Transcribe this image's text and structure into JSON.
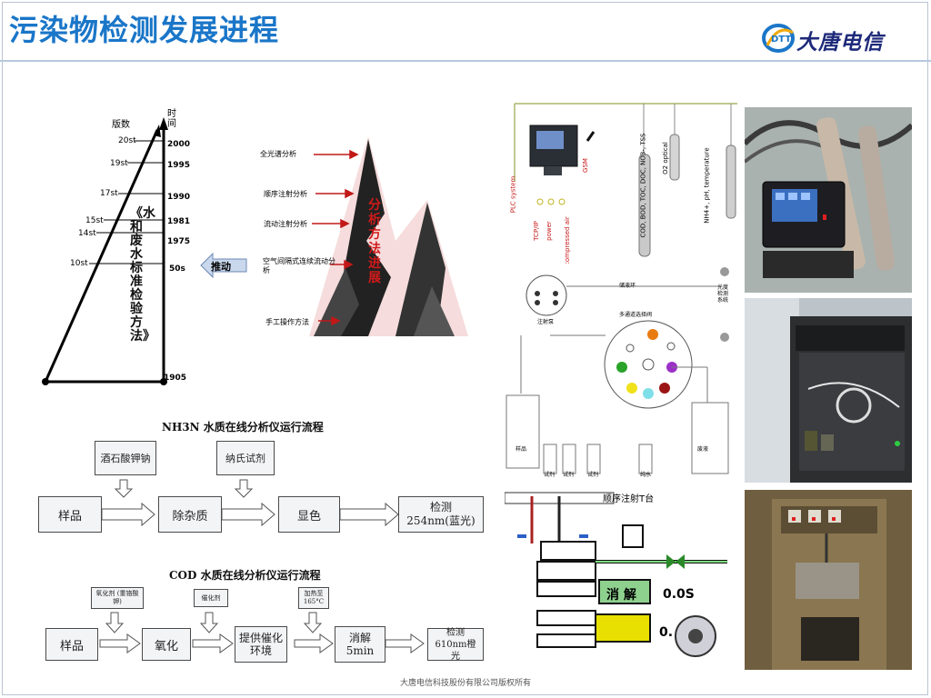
{
  "slide": {
    "title": "污染物检测发展进程",
    "logo_text": "大唐电信",
    "logo_mark": "DTT",
    "footer": "大唐电信科技股份有限公司版权所有"
  },
  "timeline": {
    "label_version": "版数",
    "label_time": "时间",
    "editions": [
      "20st",
      "19st",
      "17st",
      "15st",
      "14st",
      "10st"
    ],
    "years": [
      "2000",
      "1995",
      "1990",
      "1981",
      "1975",
      "50s",
      "1905"
    ],
    "vertical_title": "《水和废水标准检验方法》",
    "push_label": "推动"
  },
  "mountain": {
    "levels": [
      "全光谱分析",
      "顺序注射分析",
      "流动注射分析",
      "空气间隔式连续流动分析",
      "手工操作方法"
    ],
    "vertical_text": "分析方法进展"
  },
  "nh3n_flow": {
    "title": "NH3N 水质在线分析仪运行流程",
    "reagents": [
      "酒石酸钾钠",
      "纳氏试剂"
    ],
    "steps": [
      "样品",
      "除杂质",
      "显色",
      "检测 254nm(蓝光)"
    ]
  },
  "cod_flow": {
    "title": "COD 水质在线分析仪运行流程",
    "reagents": [
      "氧化剂 (重铬酸钾)",
      "催化剂",
      "加热至 165°C"
    ],
    "steps": [
      "样品",
      "氧化",
      "提供催化环境",
      "消解 5min",
      "检测 610nm橙光"
    ]
  },
  "diagram_top": {
    "labels": [
      "PLC system",
      "TCP/IP",
      "power",
      "compressed air",
      "GSM",
      "COD, BOD, TOC, DOC, NO3-, TSS",
      "O2 optical",
      "NH4+, pH, temperature"
    ]
  },
  "valve_diagram": {
    "top_label": "储液环",
    "pump_label": "注射泵",
    "valve_label": "多通道选择阀",
    "left_label": "样品",
    "bottom_labels": [
      "试剂",
      "试剂",
      "试剂",
      "纯水"
    ],
    "right_label": "废液",
    "side_labels": [
      "光度检测系统"
    ]
  },
  "process_diagram": {
    "top_label": "顺序注射T台",
    "digest_label": "消 解",
    "time_1": "0.0S",
    "time_2": "0."
  },
  "colors": {
    "title": "#1a76c8",
    "accent_green": "#8ed08e",
    "accent_yellow": "#e8e000"
  }
}
